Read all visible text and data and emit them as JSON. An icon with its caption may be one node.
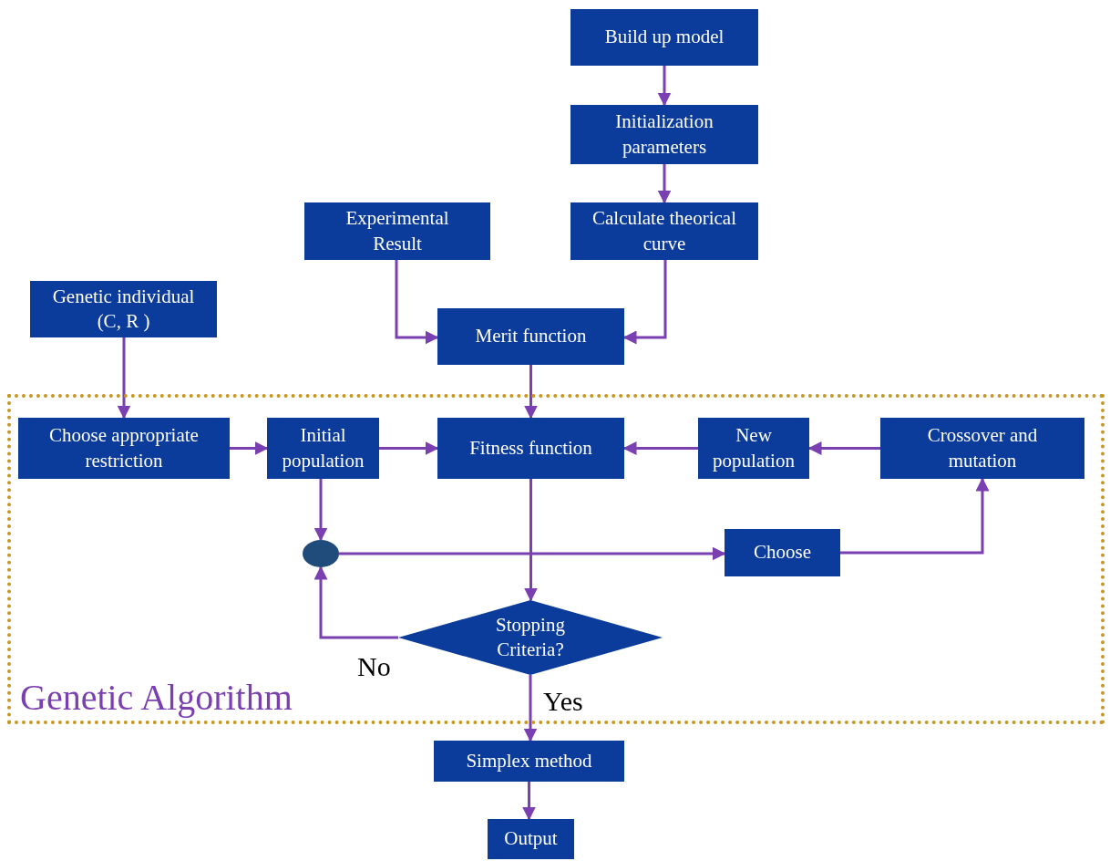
{
  "diagram": {
    "nodes": [
      {
        "text": [
          "Build up model"
        ]
      },
      {
        "text": [
          "Initialization parameters"
        ]
      },
      {
        "text": [
          "Experimental Result"
        ]
      },
      {
        "text": [
          "Calculate theorical curve"
        ]
      },
      {
        "text": [
          "Genetic individual (C, R )"
        ]
      },
      {
        "text": [
          "Merit function"
        ]
      },
      {
        "text": [
          "Genetic Algorithm"
        ]
      },
      {
        "text": [
          "Choose appropriate restriction"
        ],
        "in": 6
      },
      {
        "text": [
          "Initial population"
        ],
        "in": 6
      },
      {
        "text": [
          "Fitness function"
        ],
        "in": 6
      },
      {
        "text": [
          "New population"
        ],
        "in": 6
      },
      {
        "text": [
          "Crossover and mutation"
        ],
        "in": 6
      },
      {
        "text": [],
        "shape": "circle",
        "in": 6
      },
      {
        "text": [
          "Choose"
        ],
        "in": 6
      },
      {
        "text": [
          "Stopping Criteria?"
        ],
        "in": 6
      },
      {
        "text": [
          "Simplex method"
        ]
      },
      {
        "text": [
          "Output"
        ]
      }
    ],
    "edges": [
      {
        "from": 0,
        "to": 1,
        "arrow": "to"
      },
      {
        "from": 1,
        "to": 3,
        "arrow": "to"
      },
      {
        "from": 2,
        "to": 5,
        "arrow": "to"
      },
      {
        "from": 3,
        "to": 5,
        "arrow": "to"
      },
      {
        "from": 4,
        "to": 7,
        "arrow": "to"
      },
      {
        "from": 5,
        "to": 9,
        "arrow": "to"
      },
      {
        "from": 7,
        "to": 8,
        "arrow": "to"
      },
      {
        "from": 8,
        "to": 9,
        "arrow": "to"
      },
      {
        "from": 10,
        "to": 9,
        "arrow": "to"
      },
      {
        "from": 11,
        "to": 10,
        "arrow": "to"
      },
      {
        "from": 8,
        "to": 12,
        "arrow": "to"
      },
      {
        "from": 12,
        "to": 13,
        "arrow": "to"
      },
      {
        "from": 13,
        "to": 11,
        "arrow": "to"
      },
      {
        "from": 9,
        "to": 14,
        "arrow": "to"
      },
      {
        "from": 14,
        "to": 12,
        "arrow": "to",
        "label": "No"
      },
      {
        "from": 14,
        "to": 15,
        "arrow": "to",
        "label": "Yes"
      },
      {
        "from": 15,
        "to": 16,
        "arrow": "to"
      }
    ]
  }
}
